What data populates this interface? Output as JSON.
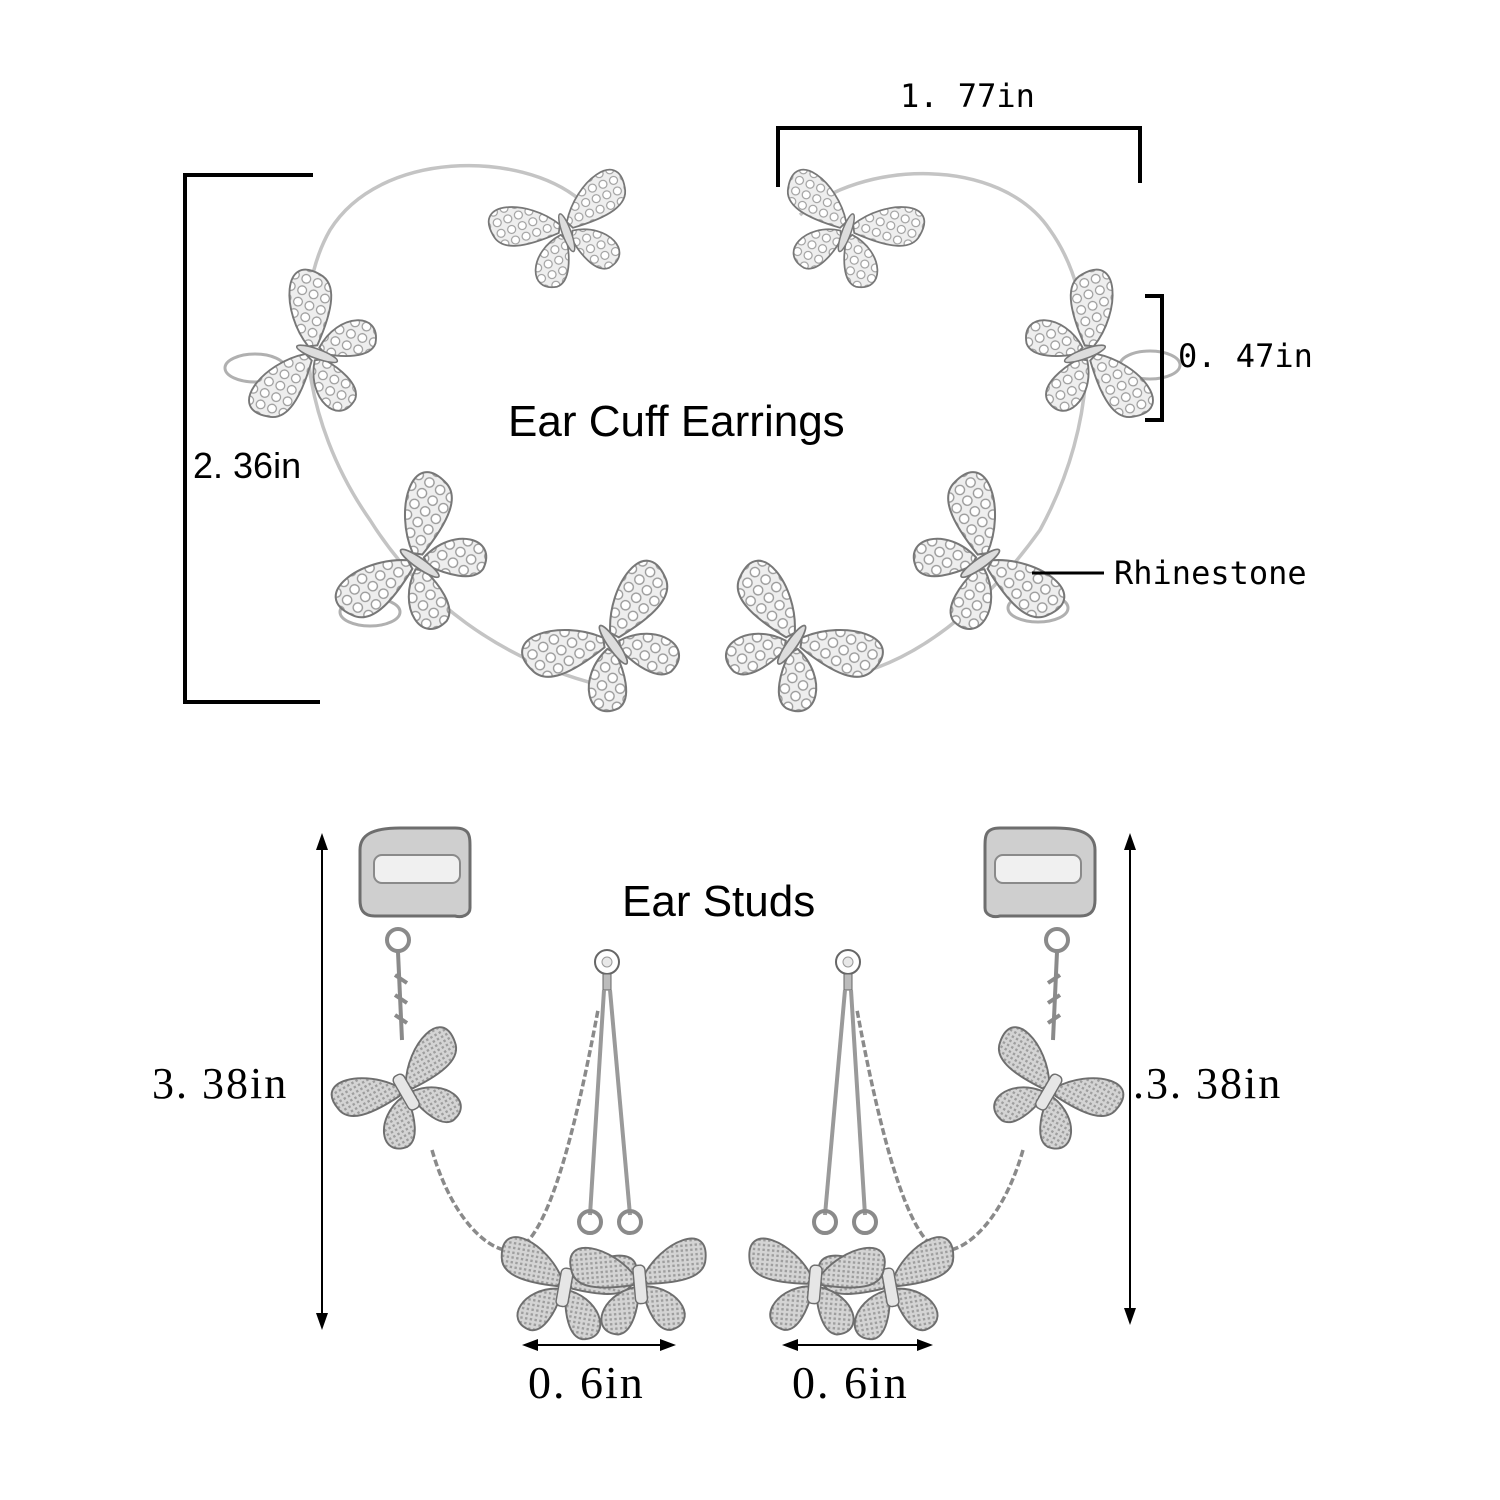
{
  "cuffs": {
    "title": "Ear Cuff Earrings",
    "height": "2. 36in",
    "width": "1. 77in",
    "butterfly": "0. 47in",
    "material": "Rhinestone"
  },
  "studs": {
    "title": "Ear Studs",
    "length_left": "3. 38in",
    "length_right": ".3. 38in",
    "pendant_left": "0. 6in",
    "pendant_right": "0. 6in"
  },
  "colors": {
    "metal": "#c4c4c4",
    "metal_dark": "#8a8a8a",
    "line": "#000000"
  }
}
